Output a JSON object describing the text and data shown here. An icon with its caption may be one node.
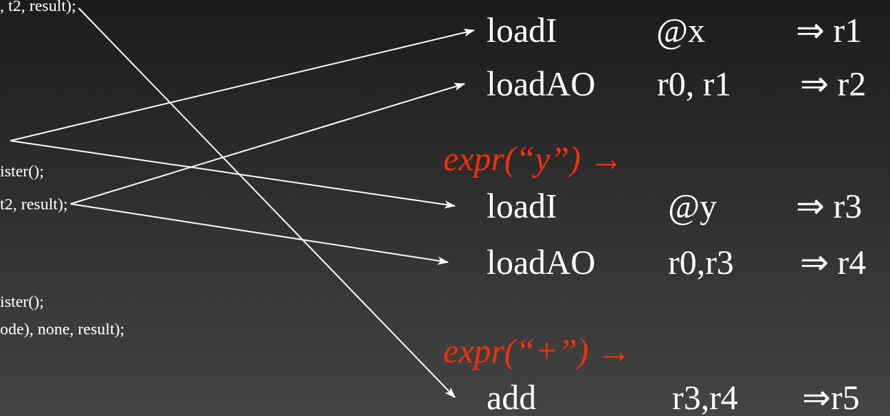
{
  "diagram": {
    "nodes": [
      {
        "text": [
          ", t2, result);"
        ]
      },
      {
        "text": [
          "t2, result);"
        ]
      },
      {
        "text": [
          "loadI",
          "@x",
          "⇒ r1"
        ]
      },
      {
        "text": [
          "loadAO",
          "r0, r1",
          "⇒ r2"
        ]
      },
      {
        "text": [
          "loadI",
          "@y",
          "⇒ r3"
        ]
      },
      {
        "text": [
          "loadAO",
          "r0,r3",
          "⇒ r4"
        ]
      },
      {
        "text": [
          "add",
          "r3,r4",
          "⇒r5"
        ]
      }
    ],
    "edges": [
      {
        "from": 0,
        "to": 6,
        "arrow": "to"
      },
      {
        "from": null,
        "to": 2,
        "arrow": "to"
      },
      {
        "from": null,
        "to": 4,
        "arrow": "to"
      },
      {
        "from": 1,
        "to": 3,
        "arrow": "to"
      },
      {
        "from": 1,
        "to": 5,
        "arrow": "to"
      }
    ],
    "labels": [
      "ister();",
      "expr(“y”) →",
      "ister();",
      "ode), none, result);",
      "expr(“+”) →"
    ]
  }
}
